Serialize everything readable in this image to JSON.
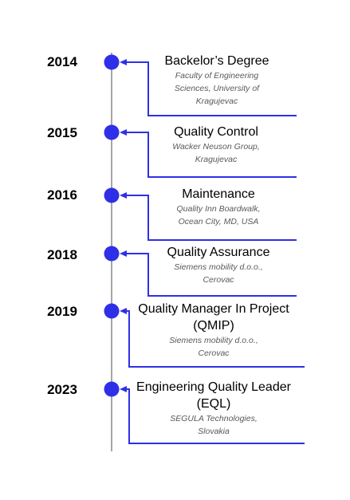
{
  "colors": {
    "dot": "#2f2fe8",
    "connector": "#2f2fe8",
    "axis": "#a6a6a6",
    "year_text": "#000000",
    "title_text": "#000000",
    "subtitle_text": "#595959"
  },
  "entries": [
    {
      "year": "2014",
      "title_lines": [
        "Backelor’s Degree"
      ],
      "subtitle_lines": [
        "Faculty of Engineering",
        "Sciences, University of",
        "Kragujevac"
      ]
    },
    {
      "year": "2015",
      "title_lines": [
        "Quality Control"
      ],
      "subtitle_lines": [
        "Wacker Neuson Group,",
        "Kragujevac"
      ]
    },
    {
      "year": "2016",
      "title_lines": [
        "Maintenance"
      ],
      "subtitle_lines": [
        "Quality Inn Boardwalk,",
        "Ocean City, MD, USA"
      ]
    },
    {
      "year": "2018",
      "title_lines": [
        "Quality Assurance"
      ],
      "subtitle_lines": [
        "Siemens mobility d.o.o.,",
        "Cerovac"
      ]
    },
    {
      "year": "2019",
      "title_lines": [
        "Quality Manager In Project",
        "(QMIP)"
      ],
      "subtitle_lines": [
        "Siemens mobility d.o.o.,",
        "Cerovac"
      ]
    },
    {
      "year": "2023",
      "title_lines": [
        "Engineering Quality Leader",
        "(EQL)"
      ],
      "subtitle_lines": [
        "SEGULA  Technologies,",
        "Slovakia"
      ]
    }
  ]
}
